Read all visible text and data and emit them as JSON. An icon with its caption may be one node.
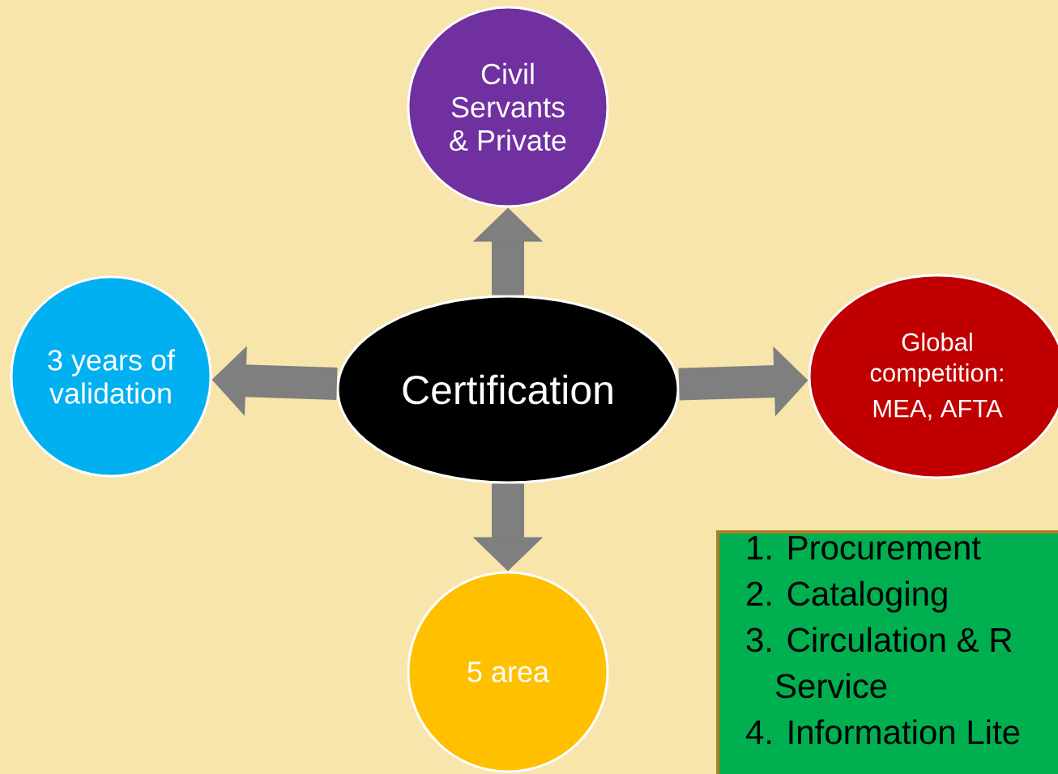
{
  "diagram": {
    "nodes": [
      {
        "text": [
          "Civil Servants & Private"
        ]
      },
      {
        "text": [
          "3 years of validation"
        ]
      },
      {
        "text": [
          "Certification"
        ]
      },
      {
        "text": [
          "Global competition:",
          "MEA, AFTA"
        ]
      },
      {
        "text": [
          "5 area"
        ]
      },
      {
        "text": [
          "1. Procurement",
          "2. Cataloging",
          "3. Circulation & R Service",
          "4. Information Lite"
        ]
      }
    ],
    "edges": [
      {
        "from": 2,
        "to": 0,
        "arrow": "to"
      },
      {
        "from": 2,
        "to": 1,
        "arrow": "to"
      },
      {
        "from": 2,
        "to": 3,
        "arrow": "to"
      },
      {
        "from": 2,
        "to": 4,
        "arrow": "to"
      }
    ]
  }
}
